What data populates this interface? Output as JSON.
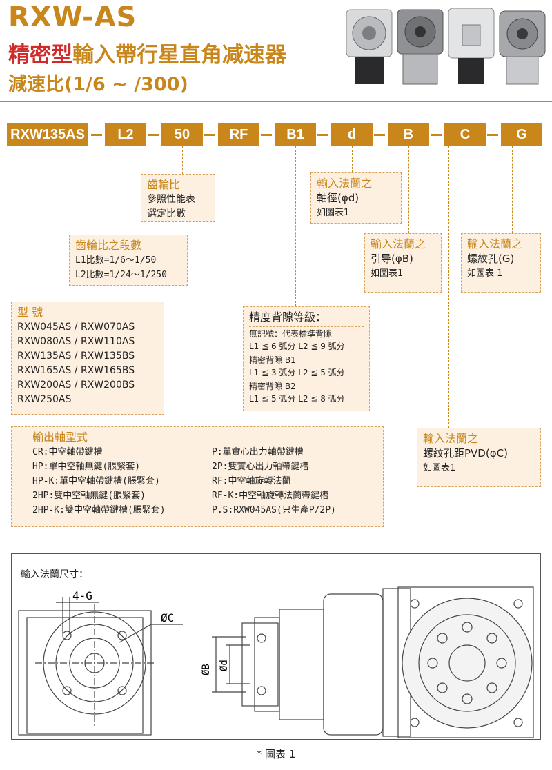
{
  "header": {
    "model": "RXW-AS",
    "subtitle_red": "精密型",
    "subtitle_rest": "輸入帶行星直角减速器",
    "ratio": "減速比(1/6 ~ /300)"
  },
  "colors": {
    "accent": "#c8861b",
    "red": "#d12a2a",
    "box_bg": "#fdf0e1"
  },
  "code": [
    "RXW135AS",
    "L2",
    "50",
    "RF",
    "B1",
    "d",
    "B",
    "C",
    "G"
  ],
  "gear_ratio": {
    "title": "齒輪比",
    "l1": "參照性能表",
    "l2": "選定比數"
  },
  "stage": {
    "title": "齒輪比之段數",
    "l1": "L1比數=1/6～1/50",
    "l2": "L2比數=1/24～1/250"
  },
  "model": {
    "title": "型 號",
    "rows": [
      "RXW045AS / RXW070AS",
      "RXW080AS / RXW110AS",
      "RXW135AS / RXW135BS",
      "RXW165AS / RXW165BS",
      "RXW200AS / RXW200BS",
      "RXW250AS"
    ]
  },
  "precision": {
    "title": "精度背隙等級：",
    "rows": [
      {
        "name": "無記號：代表標準背隙",
        "value": "L1 ≦ 6 弧分 L2 ≦ 9 弧分"
      },
      {
        "name": "精密背隙 B1",
        "value": "L1 ≦ 3 弧分 L2 ≦ 5 弧分"
      },
      {
        "name": "精密背隙 B2",
        "value": "L1 ≦ 5 弧分 L2 ≦ 8 弧分"
      }
    ]
  },
  "shaft_d": {
    "title": "輸入法蘭之",
    "l1": "軸徑(φd)",
    "l2": "如圖表1"
  },
  "flange_b": {
    "title": "輸入法蘭之",
    "l1": "引导(φB)",
    "l2": "如圖表1"
  },
  "flange_g": {
    "title": "輸入法蘭之",
    "l1": "螺紋孔(G)",
    "l2": "如圖表 1"
  },
  "flange_c": {
    "title": "輸入法蘭之",
    "l1": "螺紋孔距PVD(φC)",
    "l2": "如圖表1"
  },
  "output": {
    "title": "輸出軸型式",
    "left": [
      "CR:中空軸帶鍵槽",
      "HP:單中空軸無鍵(脹緊套)",
      "HP-K:單中空軸帶鍵槽(脹緊套)",
      "2HP:雙中空軸無鍵(脹緊套)",
      "2HP-K:雙中空軸帶鍵槽(脹緊套)"
    ],
    "right": [
      "P:單實心出力軸帶鍵槽",
      "2P:雙實心出力軸帶鍵槽",
      "RF:中空軸旋轉法蘭",
      "RF-K:中空軸旋轉法蘭帶鍵槽",
      "P.S:RXW045AS(只生產P/2P)"
    ]
  },
  "diagram": {
    "label": "輸入法蘭尺寸：",
    "g_label": "4-G",
    "c_label": "ØC",
    "b_label": "ØB",
    "d_label": "Ød",
    "caption": "* 圖表 1"
  }
}
